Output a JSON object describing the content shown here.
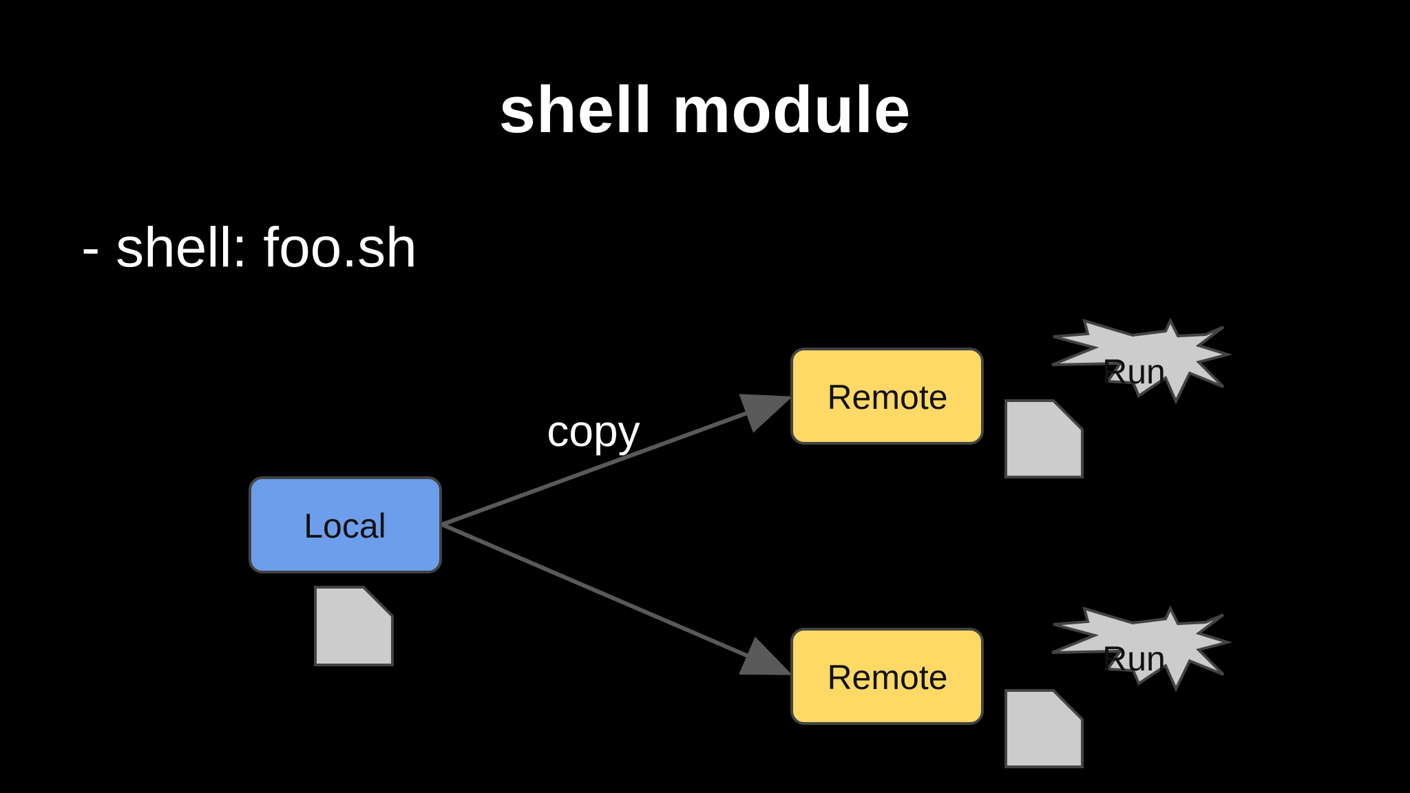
{
  "slide": {
    "title": "shell module",
    "bullet": "- shell: foo.sh"
  },
  "diagram": {
    "local": {
      "label": "Local"
    },
    "remotes": [
      {
        "label": "Remote"
      },
      {
        "label": "Remote"
      }
    ],
    "edge_label": "copy",
    "run_labels": [
      "Run",
      "Run"
    ]
  },
  "colors": {
    "background": "#000000",
    "text": "#ffffff",
    "local_fill": "#6d9eeb",
    "remote_fill": "#ffd966",
    "node_border": "#434343",
    "arrow": "#595959",
    "file_fill": "#cccccc",
    "burst_fill": "#cccccc"
  },
  "icons": {
    "file": "document-icon",
    "burst": "explosion-icon"
  }
}
